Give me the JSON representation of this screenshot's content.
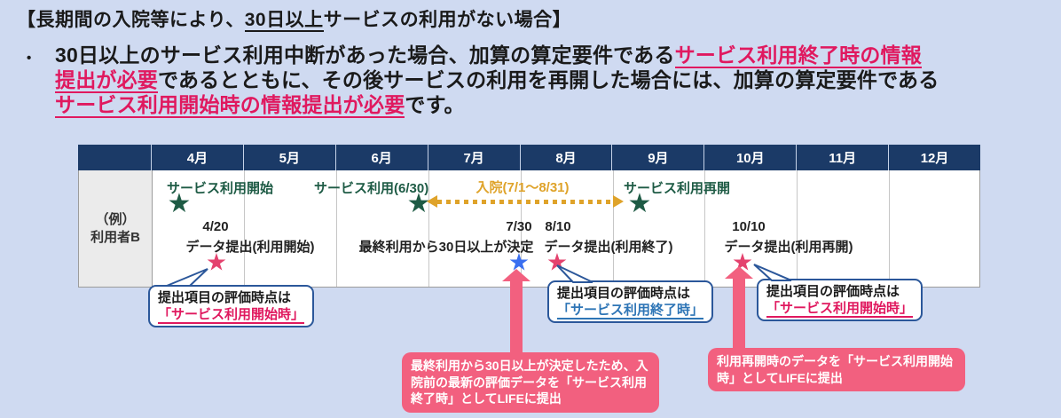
{
  "page": {
    "title_pre": "【長期間の入院等により、",
    "title_underlined": "30日以上",
    "title_post": "サービスの利用がない場合】"
  },
  "intro": {
    "bullet_glyph": "•",
    "l1a": "30日以上のサービス利用中断があった場合、加算の算定要件である",
    "l1b": "サービス利用終了時の情報",
    "l2a": "提出が必要",
    "l2b": "であるとともに、その後サービスの利用を再開した場合には、加算の算定要件である",
    "l3a": "サービス利用開始時の情報提出が必要",
    "l3b": "です。"
  },
  "timeline": {
    "months": [
      "4月",
      "5月",
      "6月",
      "7月",
      "8月",
      "9月",
      "10月",
      "11月",
      "12月"
    ],
    "row_label": {
      "line1": "（例）",
      "line2": "利用者B"
    },
    "events": {
      "service_start": "サービス利用開始",
      "service_use_630": "サービス利用(6/30)",
      "hospitalization": "入院(7/1～8/31)",
      "service_resume": "サービス利用再開",
      "d0420_date": "4/20",
      "d0420_label": "データ提出(利用開始)",
      "d0730_date": "7/30",
      "d0730_label": "最終利用から30日以上が決定",
      "d0810_date": "8/10",
      "d0810_label": "データ提出(利用終了)",
      "d1010_date": "10/10",
      "d1010_label": "データ提出(利用再開)"
    }
  },
  "callouts": [
    {
      "line1": "提出項目の評価時点は",
      "line2": "「サービス利用開始時」"
    },
    {
      "line1": "提出項目の評価時点は",
      "line2": "「サービス利用終了時」"
    },
    {
      "line1": "提出項目の評価時点は",
      "line2": "「サービス利用開始時」"
    }
  ],
  "notes": [
    {
      "text": "最終利用から30日以上が決定したため、入院前の最新の評価データを「サービス利用終了時」としてLIFEに提出"
    },
    {
      "text": "利用再開時のデータを「サービス利用開始時」としてLIFEに提出"
    }
  ],
  "icons": {
    "star": "★"
  },
  "colors": {
    "background": "#cfdaf1",
    "header_navy": "#1b3a67",
    "green_star": "#1e5b45",
    "red_pink_star": "#e4426e",
    "blue_star": "#3a6ff0",
    "orange": "#dfa32a",
    "note_pink": "#f2607f",
    "emphasis_red": "#e0195f",
    "emphasis_blue": "#2e75b6",
    "callout_border": "#2b579a"
  }
}
